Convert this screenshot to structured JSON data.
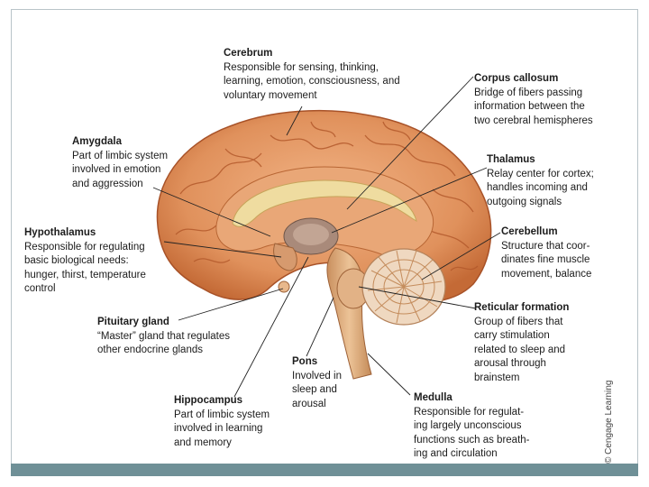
{
  "labels": {
    "cerebrum": {
      "title": "Cerebrum",
      "desc": "Responsible for sensing, thinking,\nlearning, emotion, consciousness, and\nvoluntary movement"
    },
    "corpus_callosum": {
      "title": "Corpus callosum",
      "desc": "Bridge of fibers passing\ninformation between the\ntwo cerebral hemispheres"
    },
    "amygdala": {
      "title": "Amygdala",
      "desc": "Part of limbic system\ninvolved in emotion\nand aggression"
    },
    "thalamus": {
      "title": "Thalamus",
      "desc": "Relay center for cortex;\nhandles incoming and\noutgoing signals"
    },
    "hypothalamus": {
      "title": "Hypothalamus",
      "desc": "Responsible for regulating\nbasic biological needs:\nhunger, thirst, temperature\ncontrol"
    },
    "cerebellum": {
      "title": "Cerebellum",
      "desc": "Structure that coor-\ndinates fine muscle\nmovement, balance"
    },
    "pituitary": {
      "title": "Pituitary gland",
      "desc": "“Master” gland that regulates\nother endocrine glands"
    },
    "reticular": {
      "title": "Reticular formation",
      "desc": "Group of fibers that\ncarry stimulation\nrelated to sleep and\narousal through\nbrainstem"
    },
    "pons": {
      "title": "Pons",
      "desc": "Involved in\nsleep and\narousal"
    },
    "hippocampus": {
      "title": "Hippocampus",
      "desc": "Part of limbic system\ninvolved in learning\nand memory"
    },
    "medulla": {
      "title": "Medulla",
      "desc": "Responsible for regulat-\ning largely unconscious\nfunctions such as breath-\ning and circulation"
    }
  },
  "credit": "© Cengage Learning",
  "colors": {
    "cortex": "#e0915c",
    "cortex_dark": "#b45a2c",
    "corpus": "#efdca0",
    "cerebellum": "#efd8c0",
    "brainstem": "#d9a878"
  }
}
